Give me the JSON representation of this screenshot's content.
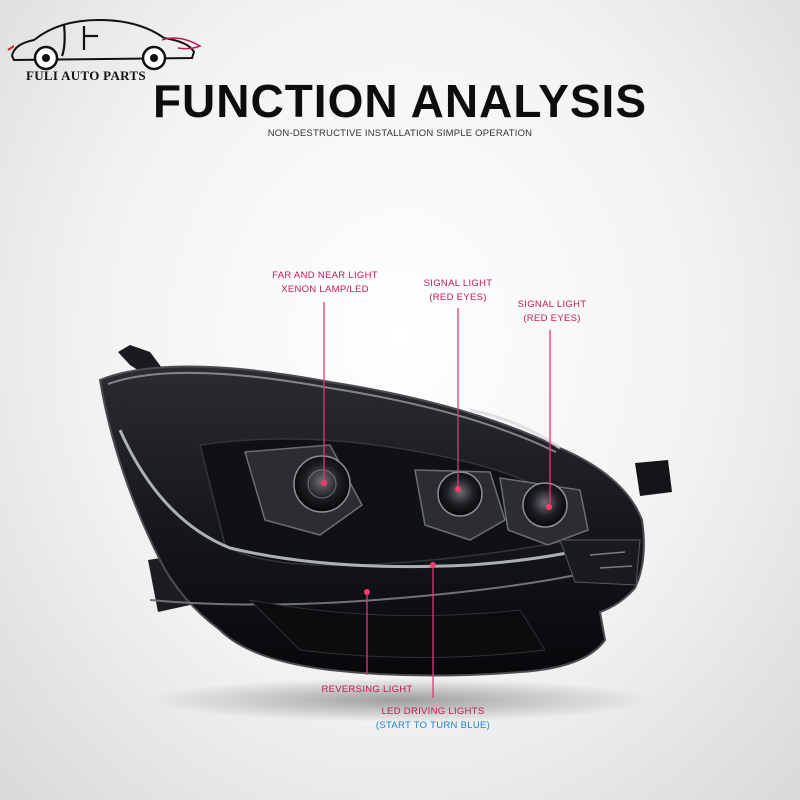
{
  "brand": {
    "name": "FULI AUTO PARTS"
  },
  "header": {
    "title": "FUNCTION ANALYSIS",
    "subtitle": "NON-DESTRUCTIVE INSTALLATION SIMPLE OPERATION"
  },
  "callouts": {
    "far_near": {
      "line1": "FAR AND NEAR LIGHT",
      "line2": "XENON LAMP/LED"
    },
    "signal_center": {
      "line1": "SIGNAL LIGHT",
      "line2": "(RED EYES)"
    },
    "signal_right": {
      "line1": "SIGNAL LIGHT",
      "line2": "(RED EYES)"
    },
    "reversing": {
      "line1": "REVERSING LIGHT"
    },
    "led_driving": {
      "line1": "LED DRIVING LIGHTS",
      "line2": "(START TO TURN BLUE)"
    }
  },
  "colors": {
    "callout_text": "#c2185b",
    "callout_line": "#e2367a",
    "note_blue": "#1e7fd8"
  }
}
